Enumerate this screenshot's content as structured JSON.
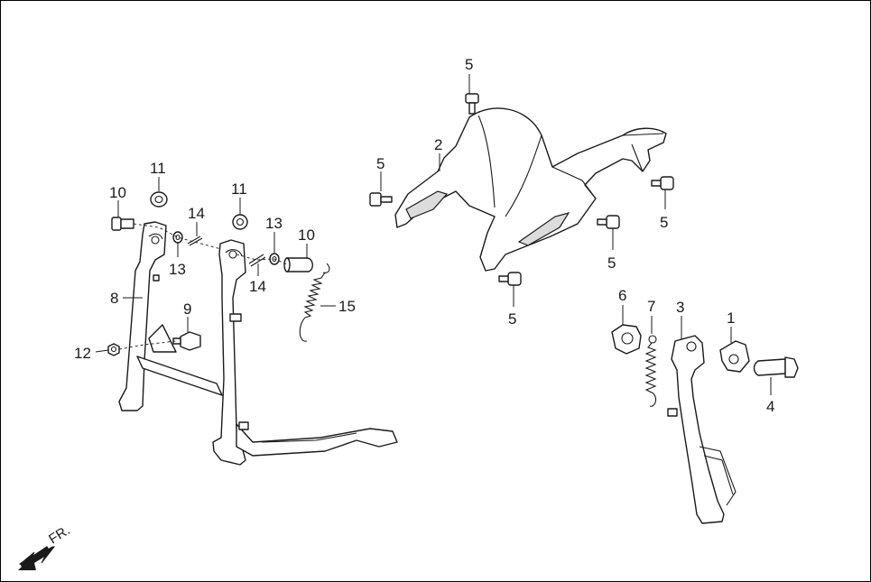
{
  "diagram": {
    "callouts": [
      {
        "id": "1",
        "label": "1"
      },
      {
        "id": "2",
        "label": "2"
      },
      {
        "id": "3",
        "label": "3"
      },
      {
        "id": "4",
        "label": "4"
      },
      {
        "id": "5a",
        "label": "5"
      },
      {
        "id": "5b",
        "label": "5"
      },
      {
        "id": "5c",
        "label": "5"
      },
      {
        "id": "5d",
        "label": "5"
      },
      {
        "id": "5e",
        "label": "5"
      },
      {
        "id": "5f",
        "label": "5"
      },
      {
        "id": "6",
        "label": "6"
      },
      {
        "id": "7",
        "label": "7"
      },
      {
        "id": "8",
        "label": "8"
      },
      {
        "id": "9",
        "label": "9"
      },
      {
        "id": "10a",
        "label": "10"
      },
      {
        "id": "10b",
        "label": "10"
      },
      {
        "id": "11a",
        "label": "11"
      },
      {
        "id": "11b",
        "label": "11"
      },
      {
        "id": "12",
        "label": "12"
      },
      {
        "id": "13a",
        "label": "13"
      },
      {
        "id": "13b",
        "label": "13"
      },
      {
        "id": "14a",
        "label": "14"
      },
      {
        "id": "14b",
        "label": "14"
      },
      {
        "id": "15",
        "label": "15"
      }
    ],
    "direction_label": "FR."
  }
}
